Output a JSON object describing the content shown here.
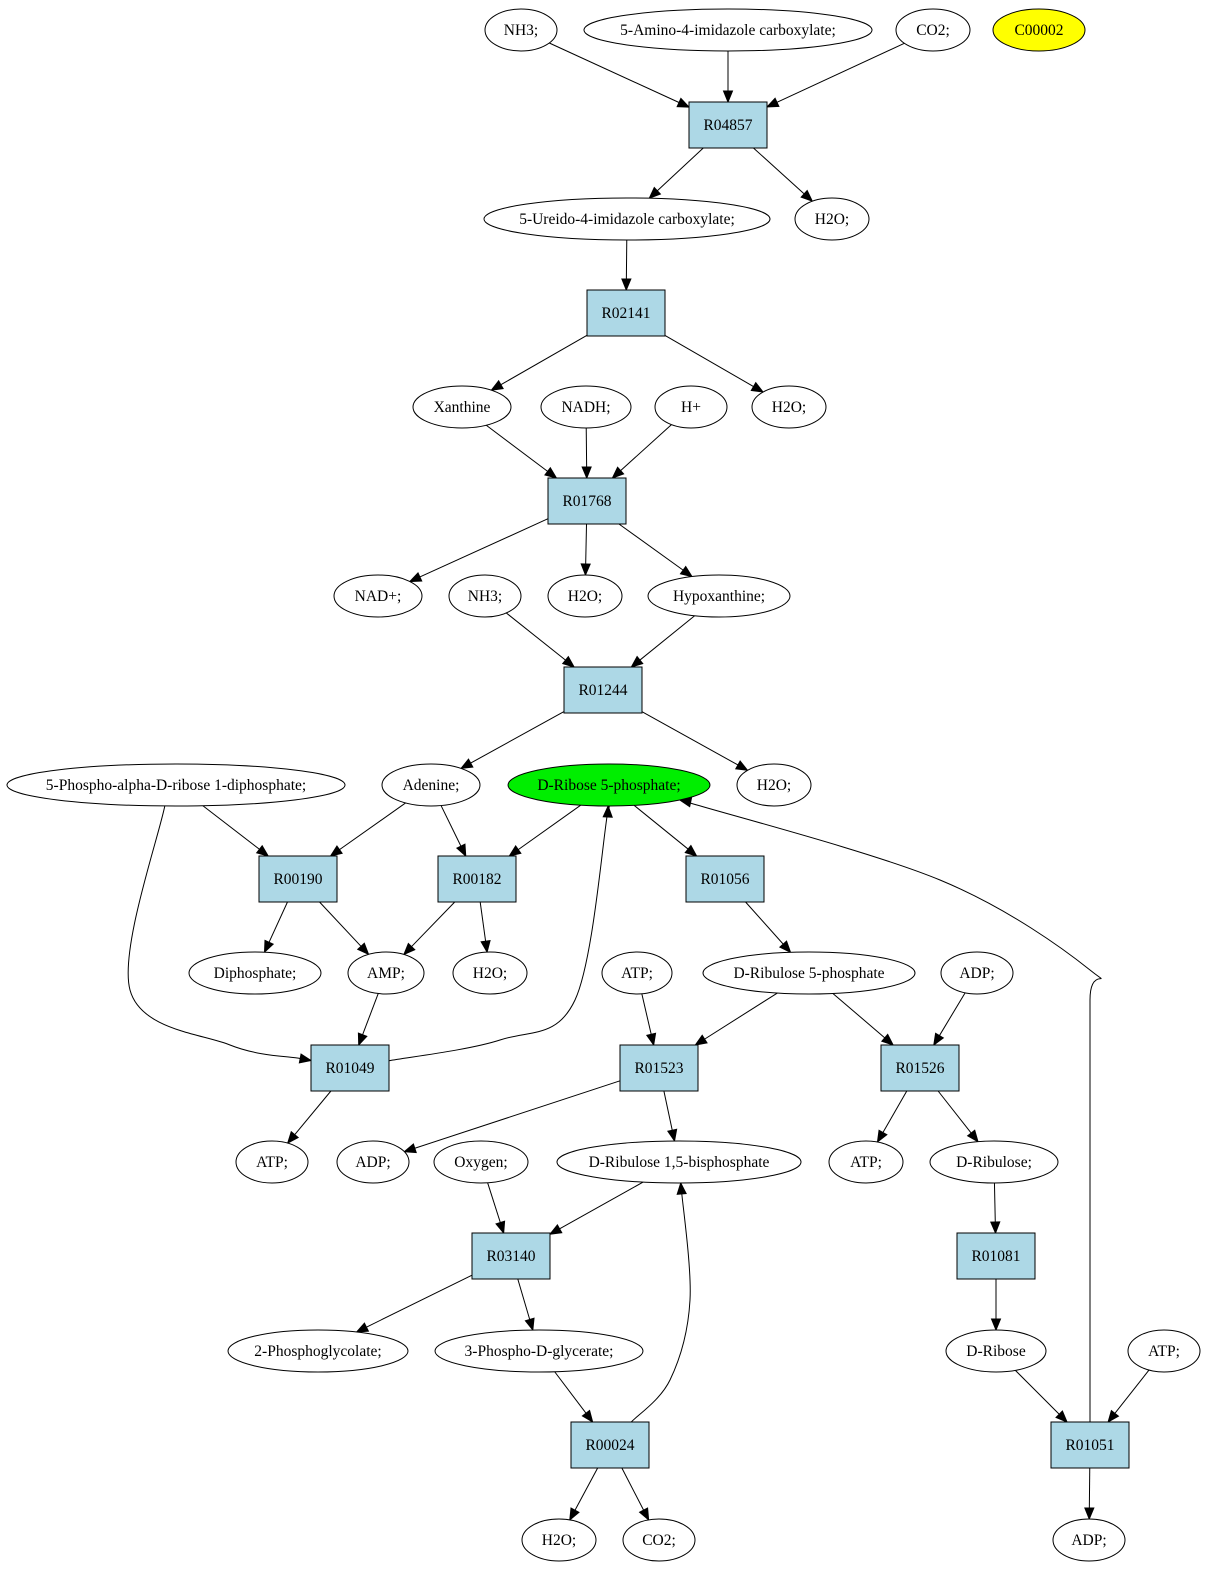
{
  "colors": {
    "reaction_fill": "#add8e6",
    "compound_fill": "#ffffff",
    "highlight_query": "#ffff00",
    "highlight_target": "#00ee00",
    "stroke": "#000000"
  },
  "reactions": [
    "R04857",
    "R02141",
    "R01768",
    "R01244",
    "R00190",
    "R00182",
    "R01056",
    "R01049",
    "R01523",
    "R01526",
    "R03140",
    "R01081",
    "R00024",
    "R01051"
  ],
  "compounds": [
    "NH3;",
    "5-Amino-4-imidazole carboxylate;",
    "CO2;",
    "C00002",
    "5-Ureido-4-imidazole carboxylate;",
    "H2O;",
    "Xanthine",
    "NADH;",
    "H+",
    "H2O;",
    "NAD+;",
    "NH3;",
    "H2O;",
    "Hypoxanthine;",
    "5-Phospho-alpha-D-ribose 1-diphosphate;",
    "Adenine;",
    "D-Ribose 5-phosphate;",
    "H2O;",
    "Diphosphate;",
    "AMP;",
    "H2O;",
    "ATP;",
    "D-Ribulose 5-phosphate",
    "ADP;",
    "ATP;",
    "ADP;",
    "Oxygen;",
    "D-Ribulose 1,5-bisphosphate",
    "ATP;",
    "D-Ribulose;",
    "2-Phosphoglycolate;",
    "3-Phospho-D-glycerate;",
    "D-Ribose",
    "ATP;",
    "H2O;",
    "CO2;",
    "ADP;"
  ]
}
